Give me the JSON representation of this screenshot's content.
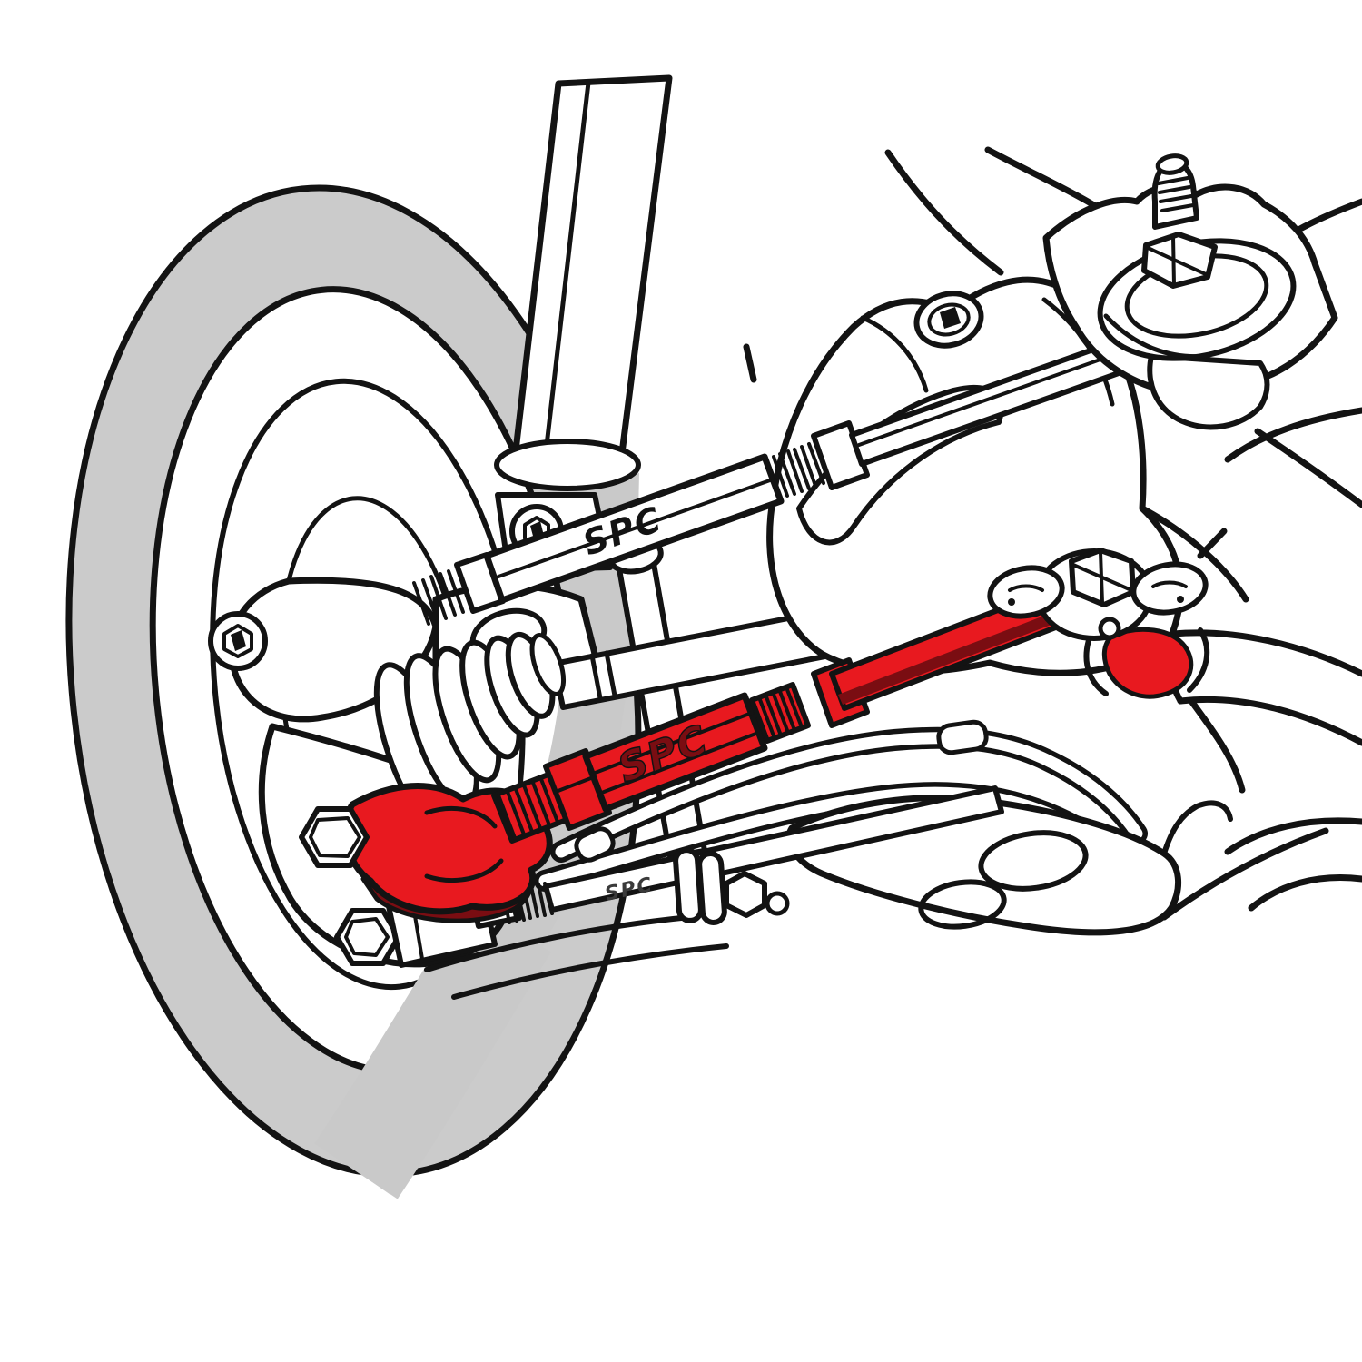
{
  "illustration": {
    "description": "Line-art technical illustration of a rear suspension with SPC adjustable arms; adjustable camber arm highlighted in red",
    "labels": {
      "upper_arm": "SPC",
      "camber_arm": "SPC",
      "lower_link": "SPC"
    },
    "colors": {
      "background": "#ffffff",
      "line": "#131313",
      "fill_white": "#ffffff",
      "rotor_gray": "#cbcbcb",
      "shadow_gray": "#c9c9c9",
      "highlight_red": "#e8191f",
      "shadow_red": "#7a0d12"
    }
  }
}
